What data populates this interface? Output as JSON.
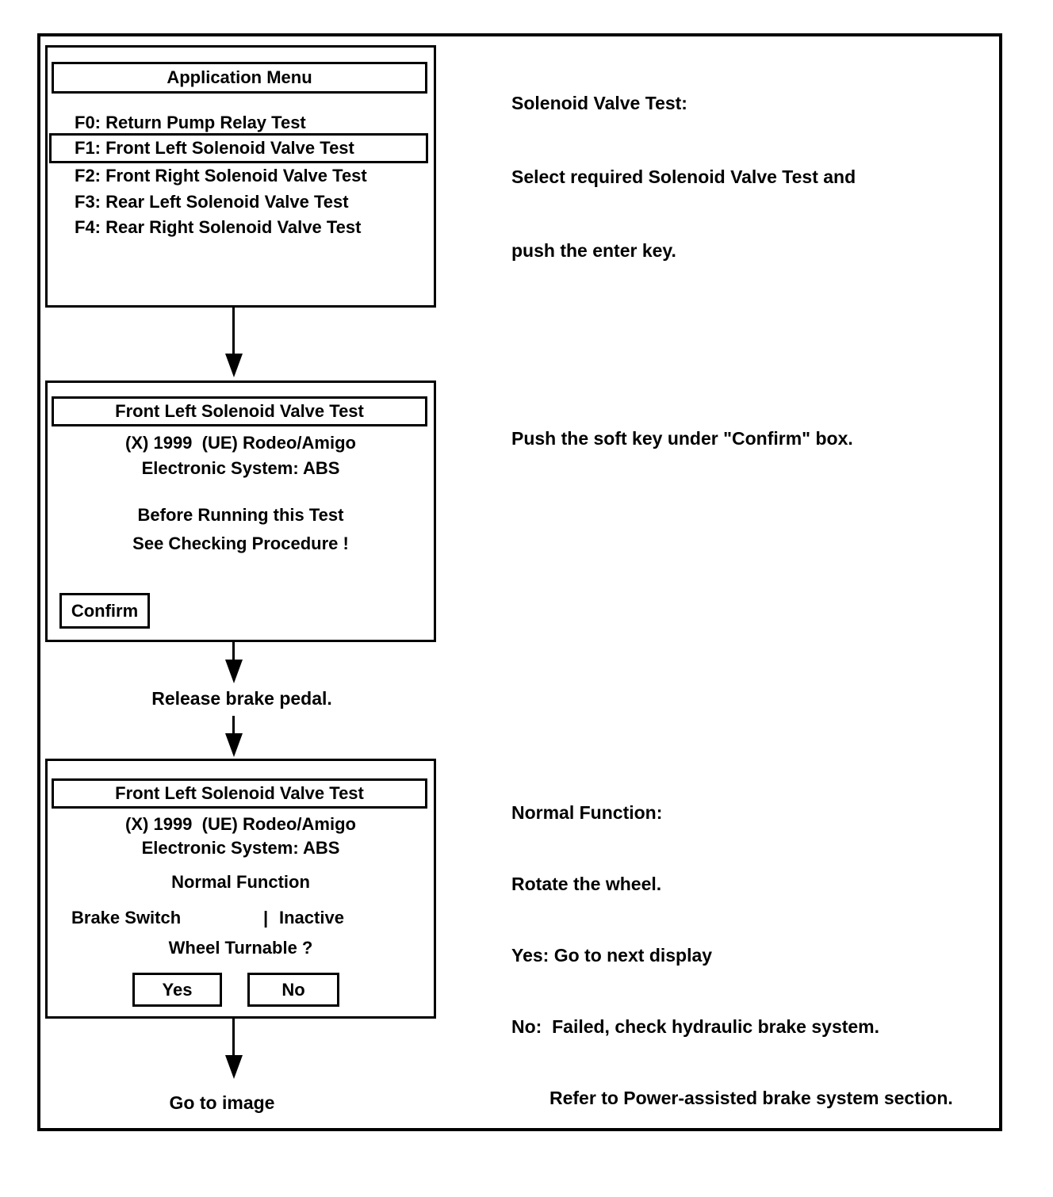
{
  "colors": {
    "ink": "#000000",
    "paper": "#ffffff"
  },
  "screens": {
    "menu": {
      "title": "Application Menu",
      "items": [
        "F0: Return Pump Relay Test",
        "F1: Front Left Solenoid Valve Test",
        "F2: Front Right Solenoid Valve Test",
        "F3: Rear Left Solenoid Valve Test",
        "F4: Rear Right Solenoid Valve Test"
      ],
      "selected_item": "F1: Front Left Solenoid Valve Test"
    },
    "confirm": {
      "title": "Front Left Solenoid Valve Test",
      "vehicle": "(X) 1999  (UE) Rodeo/Amigo",
      "system": "Electronic System: ABS",
      "warning1": "Before Running this Test",
      "warning2": "See Checking Procedure !",
      "softkey": "Confirm"
    },
    "test": {
      "title": "Front Left Solenoid Valve Test",
      "vehicle": "(X) 1999  (UE) Rodeo/Amigo",
      "system": "Electronic System: ABS",
      "status": "Normal Function",
      "param_label": "Brake Switch",
      "param_separator": "|",
      "param_value": "Inactive",
      "question": "Wheel Turnable ?",
      "yes_label": "Yes",
      "no_label": "No"
    }
  },
  "annotations": {
    "step1": [
      "Solenoid Valve Test:",
      "Select required Solenoid Valve Test and",
      "push the enter key."
    ],
    "step2": [
      "Push the soft key under \"Confirm\" box."
    ],
    "step3": [
      "Normal Function:",
      "Rotate the wheel.",
      "Yes: Go to next display",
      "No:  Failed, check hydraulic brake system.",
      "Refer to Power-assisted brake system section."
    ]
  },
  "connectors": {
    "release_label": "Release brake pedal.",
    "goto_label": "Go to image"
  }
}
